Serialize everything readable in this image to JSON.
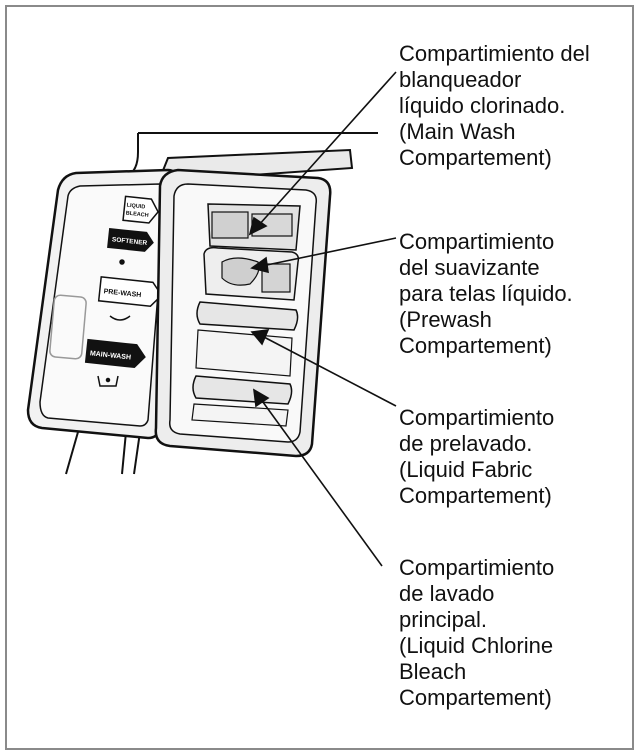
{
  "panel_labels": {
    "liquid_bleach": [
      "LIQUID",
      "BLEACH"
    ],
    "softener": "SOFTENER",
    "prewash": "PRE-WASH",
    "mainwash": "MAIN-WASH"
  },
  "callouts": [
    {
      "lines": [
        "Compartimiento del",
        "blanqueador",
        "líquido clorinado.",
        "(Main Wash",
        "Compartement)"
      ]
    },
    {
      "lines": [
        "Compartimiento",
        "del suavizante",
        "para telas líquido.",
        "(Prewash",
        "Compartement)"
      ]
    },
    {
      "lines": [
        "Compartimiento",
        "de prelavado.",
        "(Liquid Fabric",
        "Compartement)"
      ]
    },
    {
      "lines": [
        "Compartimiento",
        "de lavado",
        "principal.",
        "(Liquid Chlorine",
        "Bleach",
        "Compartement)"
      ]
    }
  ],
  "colors": {
    "border": "#8a8a8a",
    "ink": "#111111",
    "shade": "#d9d9d9"
  }
}
